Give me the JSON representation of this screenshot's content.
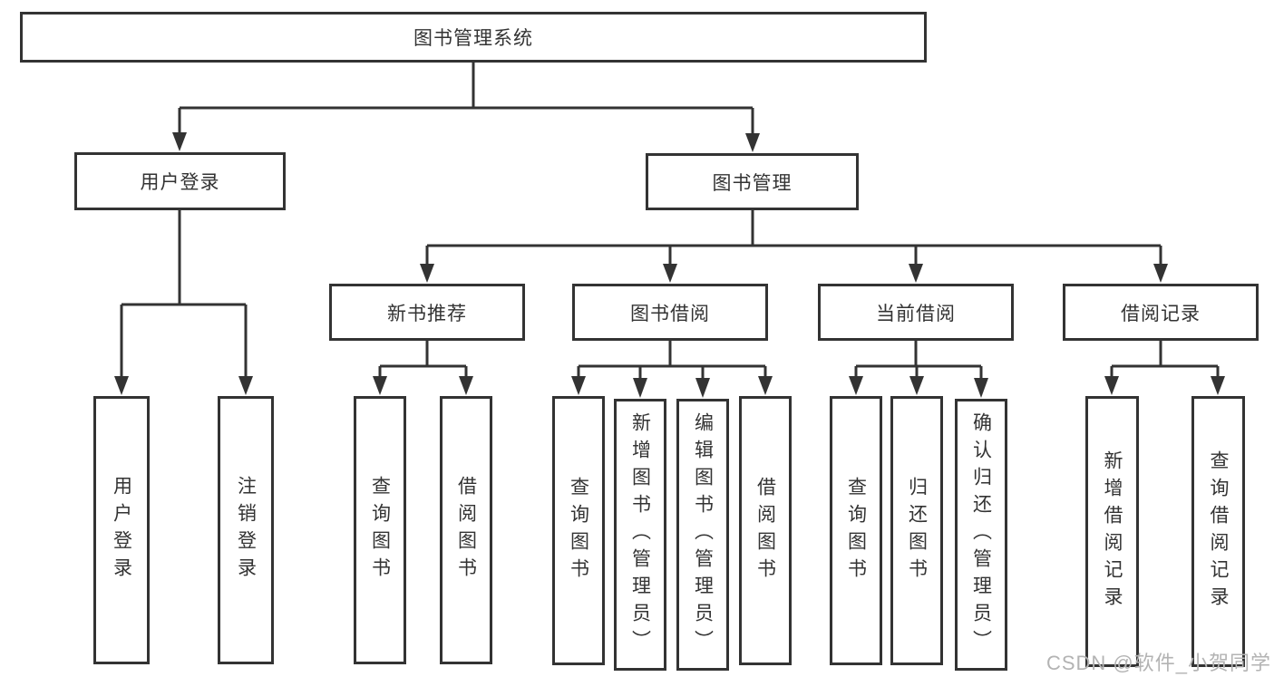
{
  "watermark": "CSDN @软件_小贺同学",
  "colors": {
    "line": "#333333",
    "box_border": "#333333",
    "box_fill": "#ffffff",
    "text": "#333333",
    "watermark_text": "#b3b3b3"
  },
  "tree": {
    "root": {
      "label": "图书管理系统",
      "children": [
        {
          "label": "用户登录",
          "children": [
            {
              "label": "用户登录"
            },
            {
              "label": "注销登录"
            }
          ]
        },
        {
          "label": "图书管理",
          "children": [
            {
              "label": "新书推荐",
              "children": [
                {
                  "label": "查询图书"
                },
                {
                  "label": "借阅图书"
                }
              ]
            },
            {
              "label": "图书借阅",
              "children": [
                {
                  "label": "查询图书"
                },
                {
                  "label": "新增图书（管理员）"
                },
                {
                  "label": "编辑图书（管理员）"
                },
                {
                  "label": "借阅图书"
                }
              ]
            },
            {
              "label": "当前借阅",
              "children": [
                {
                  "label": "查询图书"
                },
                {
                  "label": "归还图书"
                },
                {
                  "label": "确认归还（管理员）"
                }
              ]
            },
            {
              "label": "借阅记录",
              "children": [
                {
                  "label": "新增借阅记录"
                },
                {
                  "label": "查询借阅记录"
                }
              ]
            }
          ]
        }
      ]
    }
  }
}
